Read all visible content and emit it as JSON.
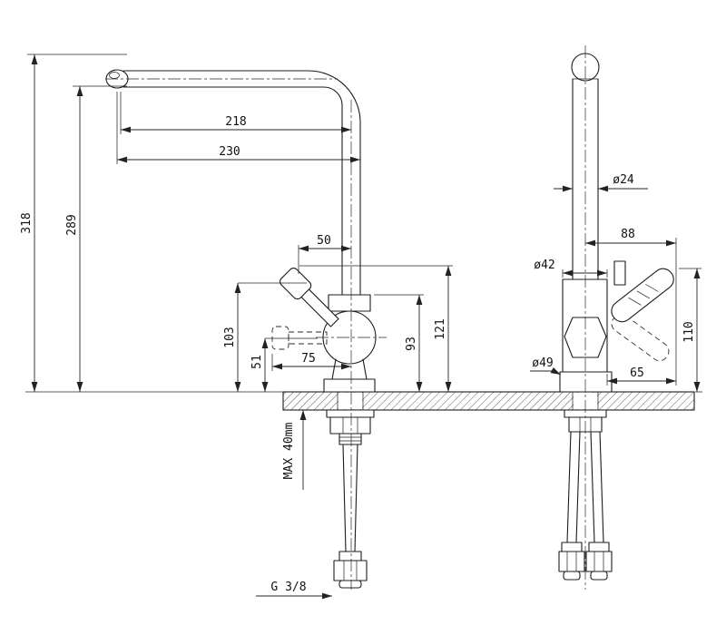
{
  "side_view": {
    "overall_height": "318",
    "spout_height": "289",
    "spout_reach_inner": "218",
    "spout_reach": "230",
    "handle_offset": "50",
    "handle_top_height": "103",
    "handle_axis_height": "51",
    "handle_reach": "75",
    "body_height": "93",
    "body_handle_height": "121",
    "max_mount_thickness": "MAX 40mm",
    "thread_size": "G 3/8"
  },
  "front_view": {
    "spout_diameter": "ø24",
    "handle_length": "88",
    "body_diameter": "ø42",
    "base_diameter": "ø49",
    "handle_height": "110",
    "handle_projection": "65"
  },
  "style": {
    "line_color": "#1c1c1c",
    "background": "#ffffff"
  }
}
